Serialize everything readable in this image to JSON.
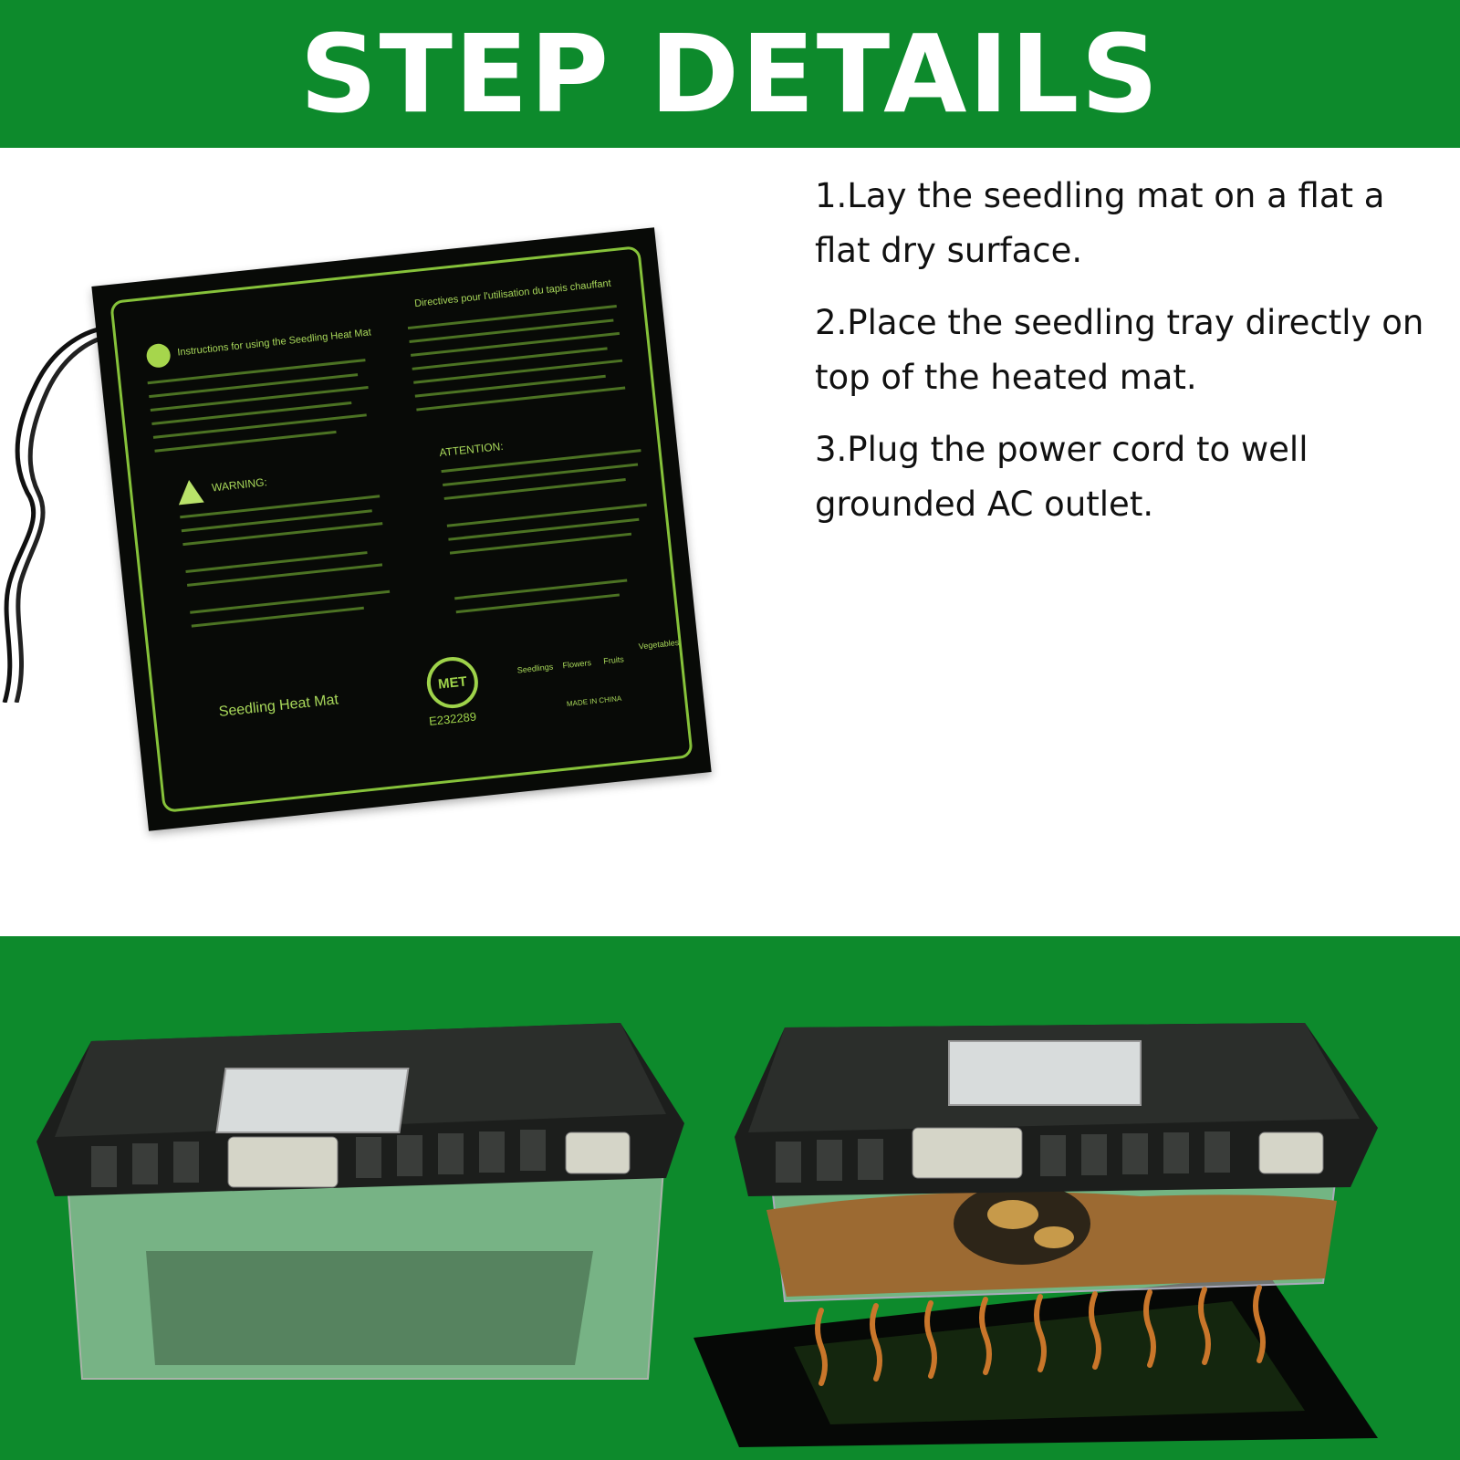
{
  "banner": {
    "title": "STEP DETAILS"
  },
  "steps": [
    {
      "text": "1.Lay the seedling mat on a flat a flat dry surface."
    },
    {
      "text": "2.Place the seedling  tray directly on top  of the heated mat."
    },
    {
      "text": "3.Plug the power cord  to well grounded  AC outlet."
    }
  ],
  "mat": {
    "title": "Seedling Heat Mat",
    "heading_en": "Instructions for using the Seedling Heat Mat",
    "heading_fr": "Directives pour l'utilisation du tapis chauffant",
    "warning": "WARNING:",
    "attention": "ATTENTION:",
    "cert": "MET",
    "cert_code": "E232289",
    "made_in": "MADE IN CHINA",
    "icons": [
      "Seedlings",
      "Flowers",
      "Fruits",
      "Vegetables"
    ]
  },
  "colors": {
    "banner_green": "#0d8a2c",
    "mat_accent": "#86c23a"
  }
}
